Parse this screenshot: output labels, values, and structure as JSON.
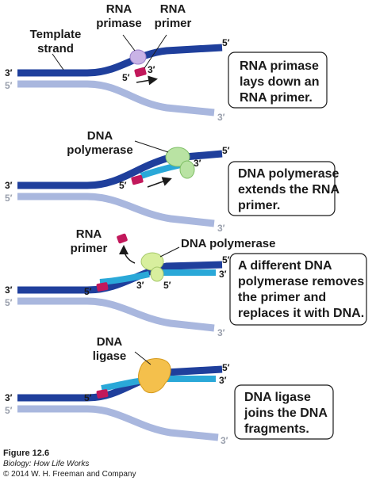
{
  "colors": {
    "template_strand": "#1f3f9c",
    "lower_strand": "#a9b7de",
    "new_dna": "#2aa8d8",
    "primer": "#c2185b",
    "primase": "#c9b3e6",
    "polymerase": "#b9e3a3",
    "ligase": "#f4c04c"
  },
  "panel1": {
    "label_rna_primase": [
      "RNA",
      "primase"
    ],
    "label_rna_primer": [
      "RNA",
      "primer"
    ],
    "label_template": [
      "Template",
      "strand"
    ],
    "end_top_right": "5′",
    "end_top_left": "3′",
    "end_bottom_left": "5′",
    "end_bottom_right": "3′",
    "end_primer_left": "5′",
    "end_primer_right": "3′",
    "caption": [
      "RNA primase",
      "lays down an",
      "RNA primer."
    ]
  },
  "panel2": {
    "label_polymerase": [
      "DNA",
      "polymerase"
    ],
    "end_top_right": "5′",
    "end_top_left": "3′",
    "end_bottom_left": "5′",
    "end_bottom_right": "3′",
    "end_new_right": "3′",
    "end_new_left": "5′",
    "caption": [
      "DNA polymerase",
      "extends the RNA",
      "primer."
    ]
  },
  "panel3": {
    "label_primer": [
      "RNA",
      "primer"
    ],
    "label_polymerase": "DNA polymerase",
    "end_top_right": "5′",
    "end_top_left": "3′",
    "end_bottom_left": "5′",
    "end_bottom_right": "3′",
    "end_new_far_right": "3′",
    "end_new_left": "5′",
    "end_gap_left": "3′",
    "end_gap_right": "5′",
    "caption": [
      "A different DNA",
      "polymerase removes",
      "the primer and",
      "replaces it with DNA."
    ]
  },
  "panel4": {
    "label_ligase": [
      "DNA",
      "ligase"
    ],
    "end_top_right": "5′",
    "end_top_left": "3′",
    "end_bottom_left": "5′",
    "end_bottom_right": "3′",
    "end_new_right": "3′",
    "end_new_left": "5′",
    "caption": [
      "DNA ligase",
      "joins the DNA",
      "fragments."
    ]
  },
  "footer": {
    "figure": "Figure 12.6",
    "book": "Biology: How Life Works",
    "copyright": "© 2014 W. H. Freeman and Company"
  }
}
